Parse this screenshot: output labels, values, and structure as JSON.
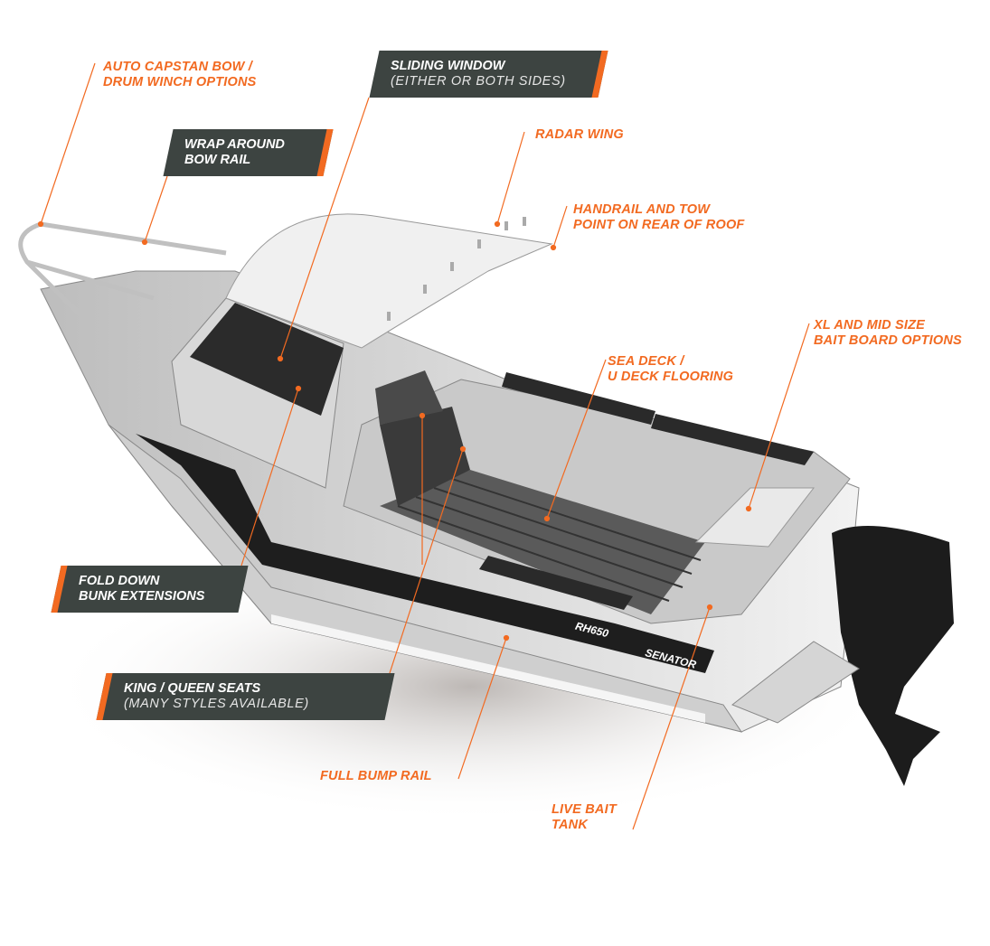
{
  "accent_color": "#f26a21",
  "box_color": "#3d4441",
  "callouts": {
    "capstan": {
      "line1": "AUTO CAPSTAN BOW /",
      "line2": "DRUM WINCH OPTIONS"
    },
    "bow_rail": {
      "line1": "WRAP AROUND",
      "line2": "BOW RAIL"
    },
    "sliding_window": {
      "line1": "SLIDING WINDOW",
      "line2": "(EITHER OR BOTH SIDES)"
    },
    "radar_wing": {
      "line1": "RADAR WING"
    },
    "handrail": {
      "line1": "HANDRAIL AND TOW",
      "line2": "POINT ON REAR OF ROOF"
    },
    "bait_board": {
      "line1": "XL AND MID SIZE",
      "line2": "BAIT BOARD OPTIONS"
    },
    "sea_deck": {
      "line1": "SEA DECK /",
      "line2": "U DECK FLOORING"
    },
    "bunk": {
      "line1": "FOLD DOWN",
      "line2": "BUNK EXTENSIONS"
    },
    "seats": {
      "line1": "KING / QUEEN SEATS",
      "line2": "(MANY STYLES AVAILABLE)"
    },
    "bump_rail": {
      "line1": "FULL BUMP RAIL"
    },
    "live_bait": {
      "line1": "LIVE BAIT",
      "line2": "TANK"
    }
  },
  "boat": {
    "model": "RH650",
    "brand": "SENATOR"
  }
}
